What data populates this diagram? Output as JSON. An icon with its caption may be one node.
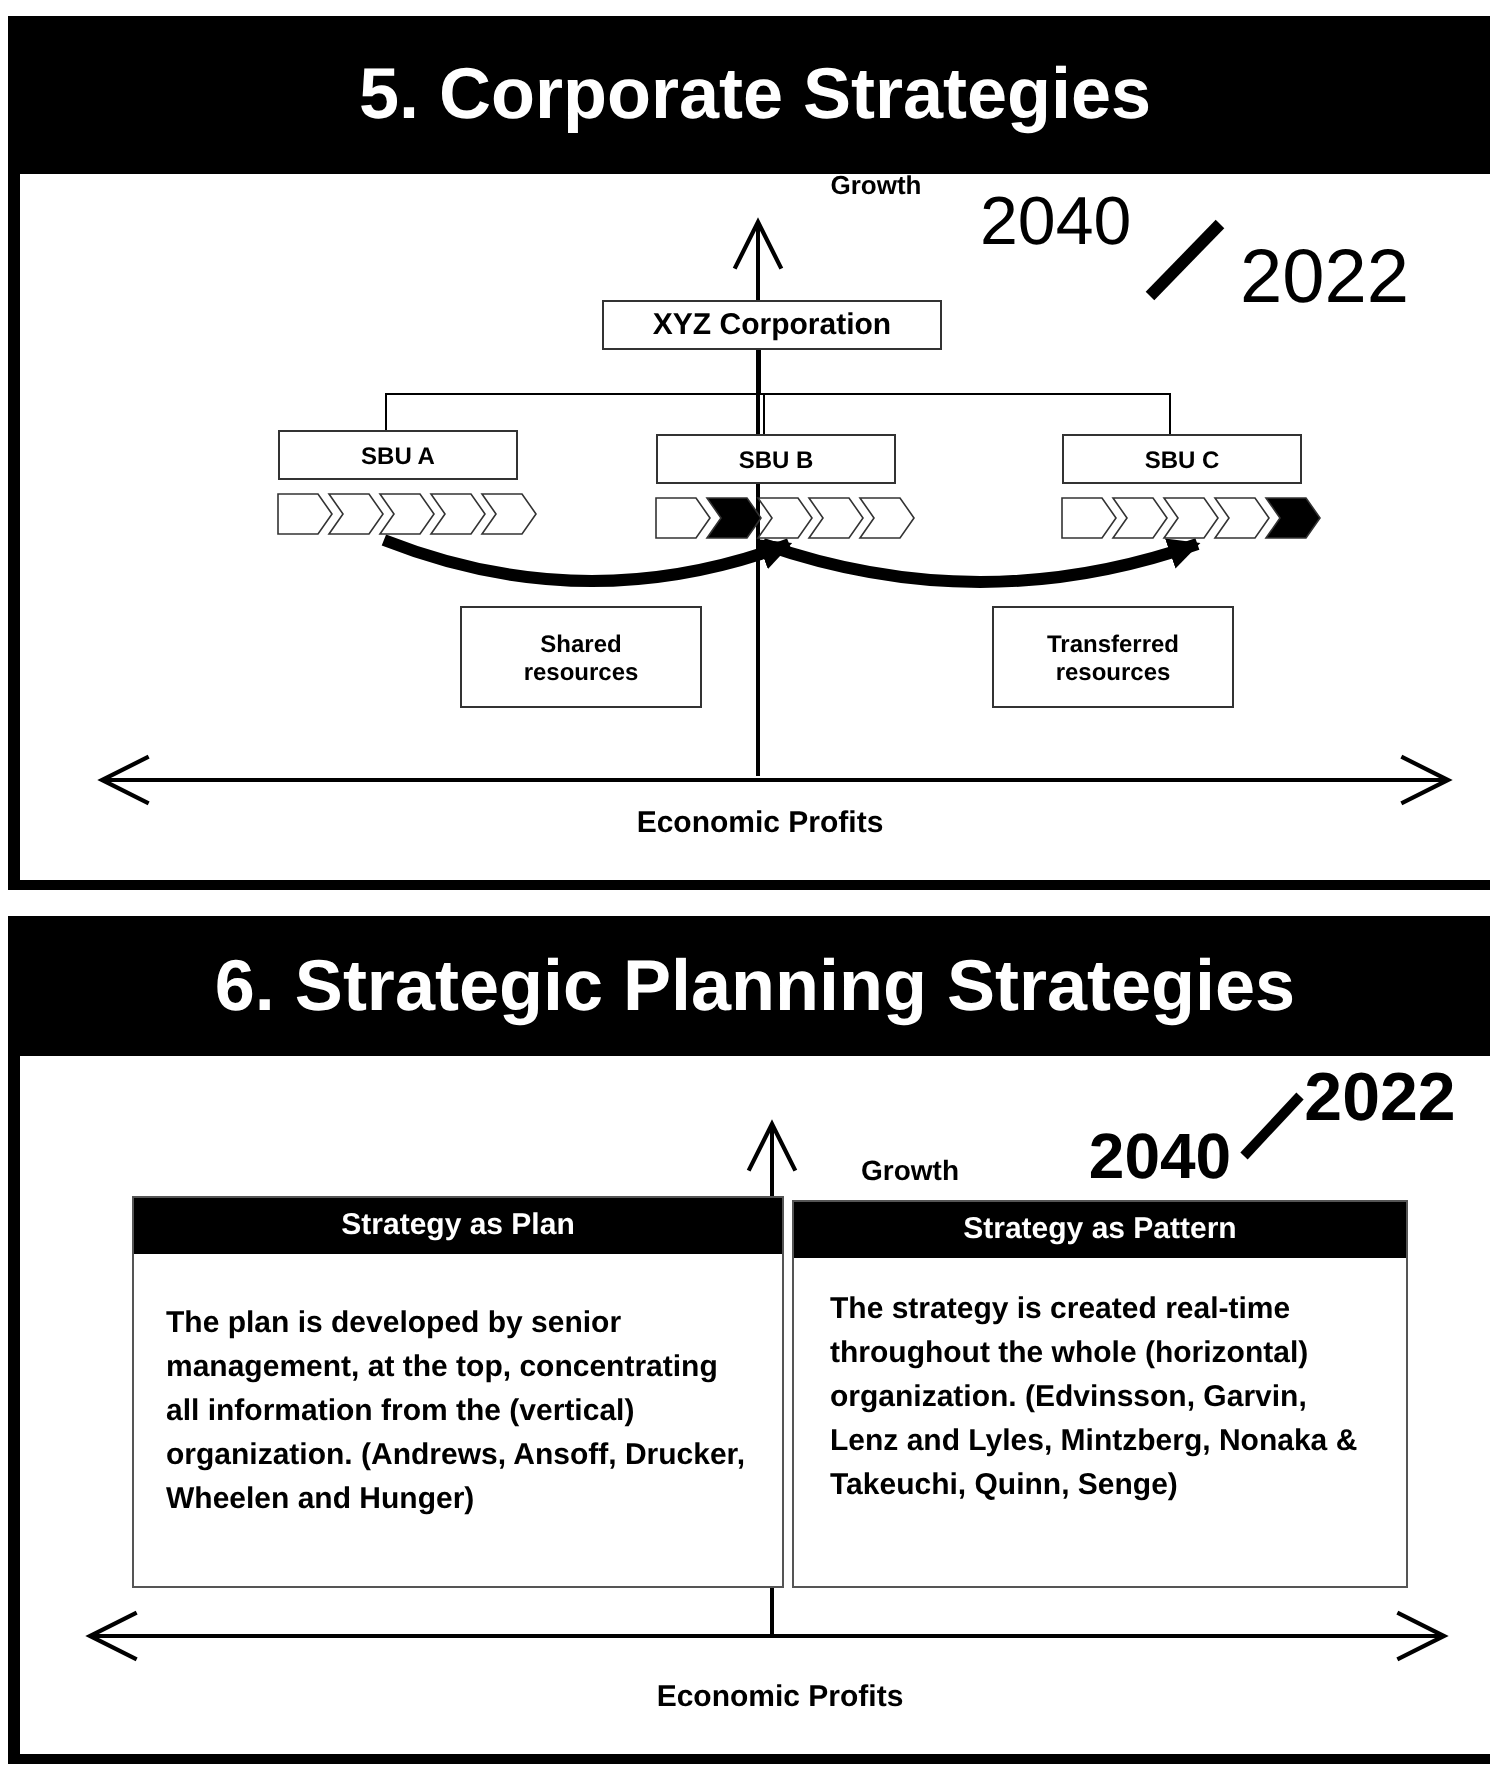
{
  "diagram": {
    "nodes": [
      {
        "text": [
          "5. Corporate Strategies"
        ]
      },
      {
        "text": [
          "XYZ Corporation"
        ],
        "in": 0
      },
      {
        "text": [
          "SBU A"
        ],
        "in": 0
      },
      {
        "text": [
          "SBU B"
        ],
        "in": 0
      },
      {
        "text": [
          "SBU C"
        ],
        "in": 0
      },
      {
        "text": [
          "Shared resources"
        ],
        "in": 0
      },
      {
        "text": [
          "Transferred resources"
        ],
        "in": 0
      },
      {
        "text": [
          "6. Strategic Planning Strategies"
        ]
      },
      {
        "text": [
          "Strategy as Plan",
          "The plan is developed by senior management, at the top, concentrating all information from the (vertical) organization. (Andrews, Ansoff, Drucker, Wheelen and Hunger)"
        ],
        "in": 7
      },
      {
        "text": [
          "Strategy as Pattern",
          "The strategy is created real-time throughout the whole (horizontal) organization. (Edvinsson, Garvin, Lenz and Lyles, Mintzberg, Nonaka & Takeuchi, Quinn, Senge)"
        ],
        "in": 7
      }
    ],
    "edges": [
      {
        "from": 1,
        "to": 2,
        "arrow": "none"
      },
      {
        "from": 1,
        "to": 3,
        "arrow": "none"
      },
      {
        "from": 1,
        "to": 4,
        "arrow": "none"
      },
      {
        "from": 2,
        "to": 3,
        "arrow": "to",
        "style": "thick"
      },
      {
        "from": 3,
        "to": 4,
        "arrow": "to",
        "style": "thick"
      }
    ],
    "labels": [
      "Growth",
      "2022",
      "2040",
      "Economic Profits",
      "Growth",
      "2022",
      "2040",
      "Economic Profits"
    ]
  }
}
